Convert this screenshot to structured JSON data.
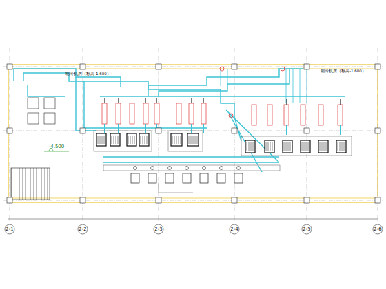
{
  "diagram": {
    "labels": [
      "2-1",
      "2-2",
      "2-3",
      "2-4",
      "2-5",
      "2-6",
      "-4.500",
      "制冷机房（标高-1.600）",
      "制冷机房（标高-1.600）"
    ]
  }
}
